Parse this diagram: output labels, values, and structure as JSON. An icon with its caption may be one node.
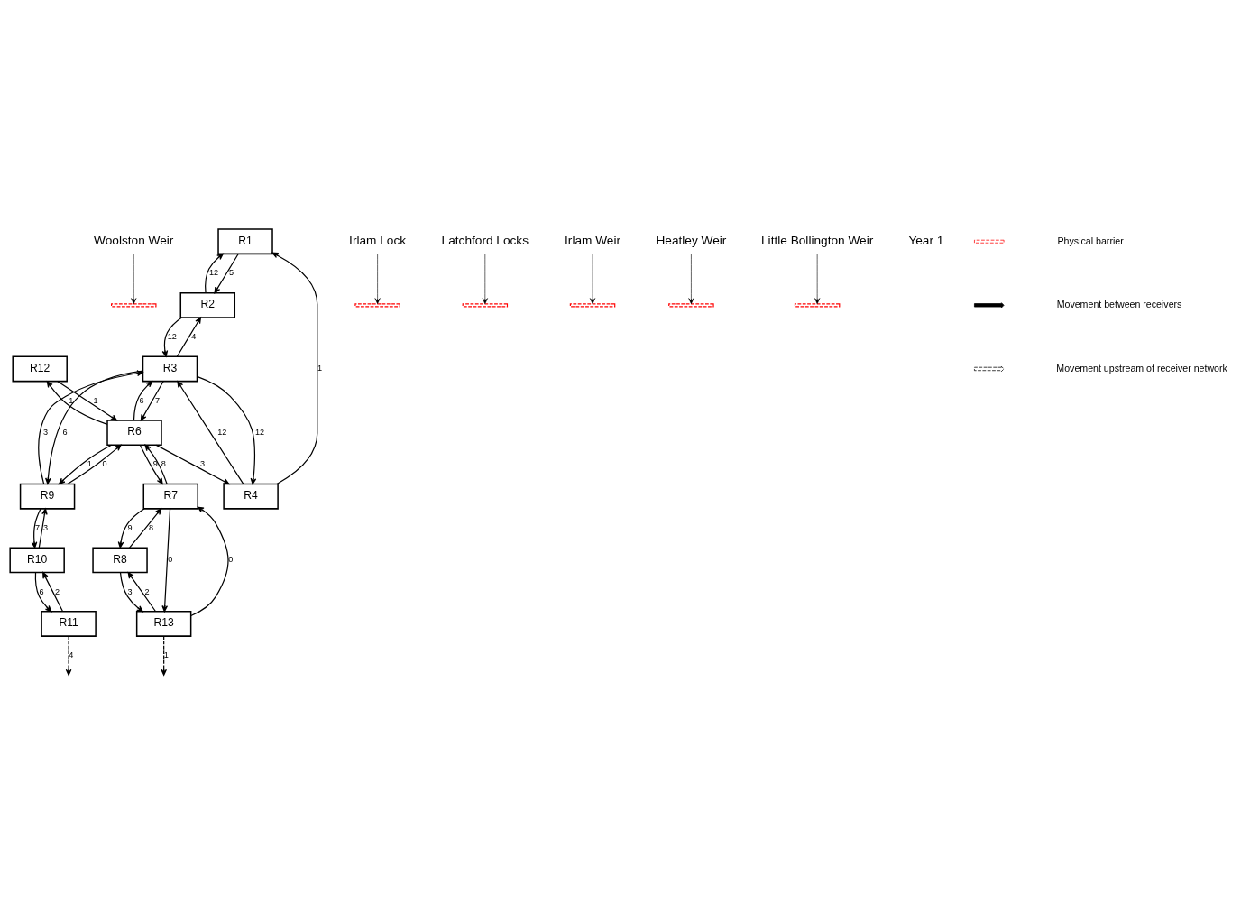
{
  "diagram": {
    "nodes": [
      {
        "text": [
          "Woolston Weir"
        ]
      },
      {
        "text": [],
        "shape": "line"
      },
      {
        "text": [
          "R1"
        ]
      },
      {
        "text": [
          "R2"
        ]
      },
      {
        "text": [
          "R3"
        ]
      },
      {
        "text": [
          "R12"
        ]
      },
      {
        "text": [
          "Irlam Lock"
        ]
      },
      {
        "text": [],
        "shape": "line"
      },
      {
        "text": [
          "R4"
        ]
      },
      {
        "text": [
          "R6"
        ]
      },
      {
        "text": [
          "R7"
        ]
      },
      {
        "text": [
          "R8"
        ]
      },
      {
        "text": [],
        "shape": "line"
      },
      {
        "text": [
          "R9"
        ]
      },
      {
        "text": [
          "Latchford Locks"
        ]
      },
      {
        "text": [],
        "shape": "line"
      },
      {
        "text": [
          "R13"
        ]
      },
      {
        "text": [
          "Irlam Weir"
        ]
      },
      {
        "text": [
          "Heatley Weir"
        ]
      },
      {
        "text": [],
        "shape": "line"
      },
      {
        "text": [
          "R10"
        ]
      },
      {
        "text": [
          "Little Bollington Weir"
        ]
      },
      {
        "text": [],
        "shape": "line"
      },
      {
        "text": [
          "R11"
        ]
      }
    ],
    "edges": [
      {
        "from": 0,
        "to": 1,
        "arrow": "to"
      },
      {
        "from": 6,
        "to": 7,
        "arrow": "to"
      },
      {
        "from": 14,
        "to": 12,
        "arrow": "to"
      },
      {
        "from": 17,
        "to": 15,
        "arrow": "to"
      },
      {
        "from": 18,
        "to": 19,
        "arrow": "to"
      },
      {
        "from": 21,
        "to": 22,
        "arrow": "to"
      },
      {
        "from": 2,
        "to": 3,
        "arrow": "to",
        "label": "5"
      },
      {
        "from": 3,
        "to": 2,
        "arrow": "to",
        "label": "12"
      },
      {
        "from": 3,
        "to": 4,
        "arrow": "to",
        "label": "12"
      },
      {
        "from": 4,
        "to": 3,
        "arrow": "to",
        "label": "4"
      },
      {
        "from": 4,
        "to": 8,
        "arrow": "to",
        "label": "12"
      },
      {
        "from": 8,
        "to": 4,
        "arrow": "to",
        "label": "12"
      },
      {
        "from": 4,
        "to": 9,
        "arrow": "to",
        "label": "7"
      },
      {
        "from": 9,
        "to": 4,
        "arrow": "to",
        "label": "6"
      },
      {
        "from": 9,
        "to": 5,
        "arrow": "to",
        "label": "1"
      },
      {
        "from": 5,
        "to": 9,
        "arrow": "to",
        "label": "1"
      },
      {
        "from": 8,
        "to": 2,
        "arrow": "to",
        "label": "1"
      },
      {
        "from": 9,
        "to": 8,
        "arrow": "to",
        "label": "3"
      },
      {
        "from": 4,
        "to": 13,
        "arrow": "to",
        "label": "6"
      },
      {
        "from": 13,
        "to": 4,
        "arrow": "to",
        "label": "3"
      },
      {
        "from": 9,
        "to": 13,
        "arrow": "to",
        "label": "1"
      },
      {
        "from": 13,
        "to": 9,
        "arrow": "to",
        "label": "0"
      },
      {
        "from": 9,
        "to": 10,
        "arrow": "to",
        "label": "9"
      },
      {
        "from": 10,
        "to": 9,
        "arrow": "to",
        "label": "8"
      },
      {
        "from": 10,
        "to": 11,
        "arrow": "to",
        "label": "9"
      },
      {
        "from": 11,
        "to": 10,
        "arrow": "to",
        "label": "8"
      },
      {
        "from": 11,
        "to": 16,
        "arrow": "to",
        "label": "3"
      },
      {
        "from": 16,
        "to": 11,
        "arrow": "to",
        "label": "2"
      },
      {
        "from": 16,
        "to": 10,
        "arrow": "to",
        "label": "0"
      },
      {
        "from": 10,
        "to": 16,
        "arrow": "to",
        "label": "0"
      },
      {
        "from": 13,
        "to": 20,
        "arrow": "to",
        "label": "7"
      },
      {
        "from": 20,
        "to": 13,
        "arrow": "to",
        "label": "3"
      },
      {
        "from": 20,
        "to": 23,
        "arrow": "to",
        "label": "6"
      },
      {
        "from": 23,
        "to": 20,
        "arrow": "to",
        "label": "2"
      },
      {
        "from": 16,
        "to": null,
        "arrow": "to",
        "label": "1",
        "style": "dashed"
      },
      {
        "from": 23,
        "to": null,
        "arrow": "to",
        "label": "4",
        "style": "dashed"
      }
    ],
    "labels": [
      "Year 1"
    ],
    "legend": [
      {
        "text": "Physical barrier"
      },
      {
        "text": "Movement between receivers"
      },
      {
        "text": "Movement upstream of receiver network"
      }
    ]
  }
}
